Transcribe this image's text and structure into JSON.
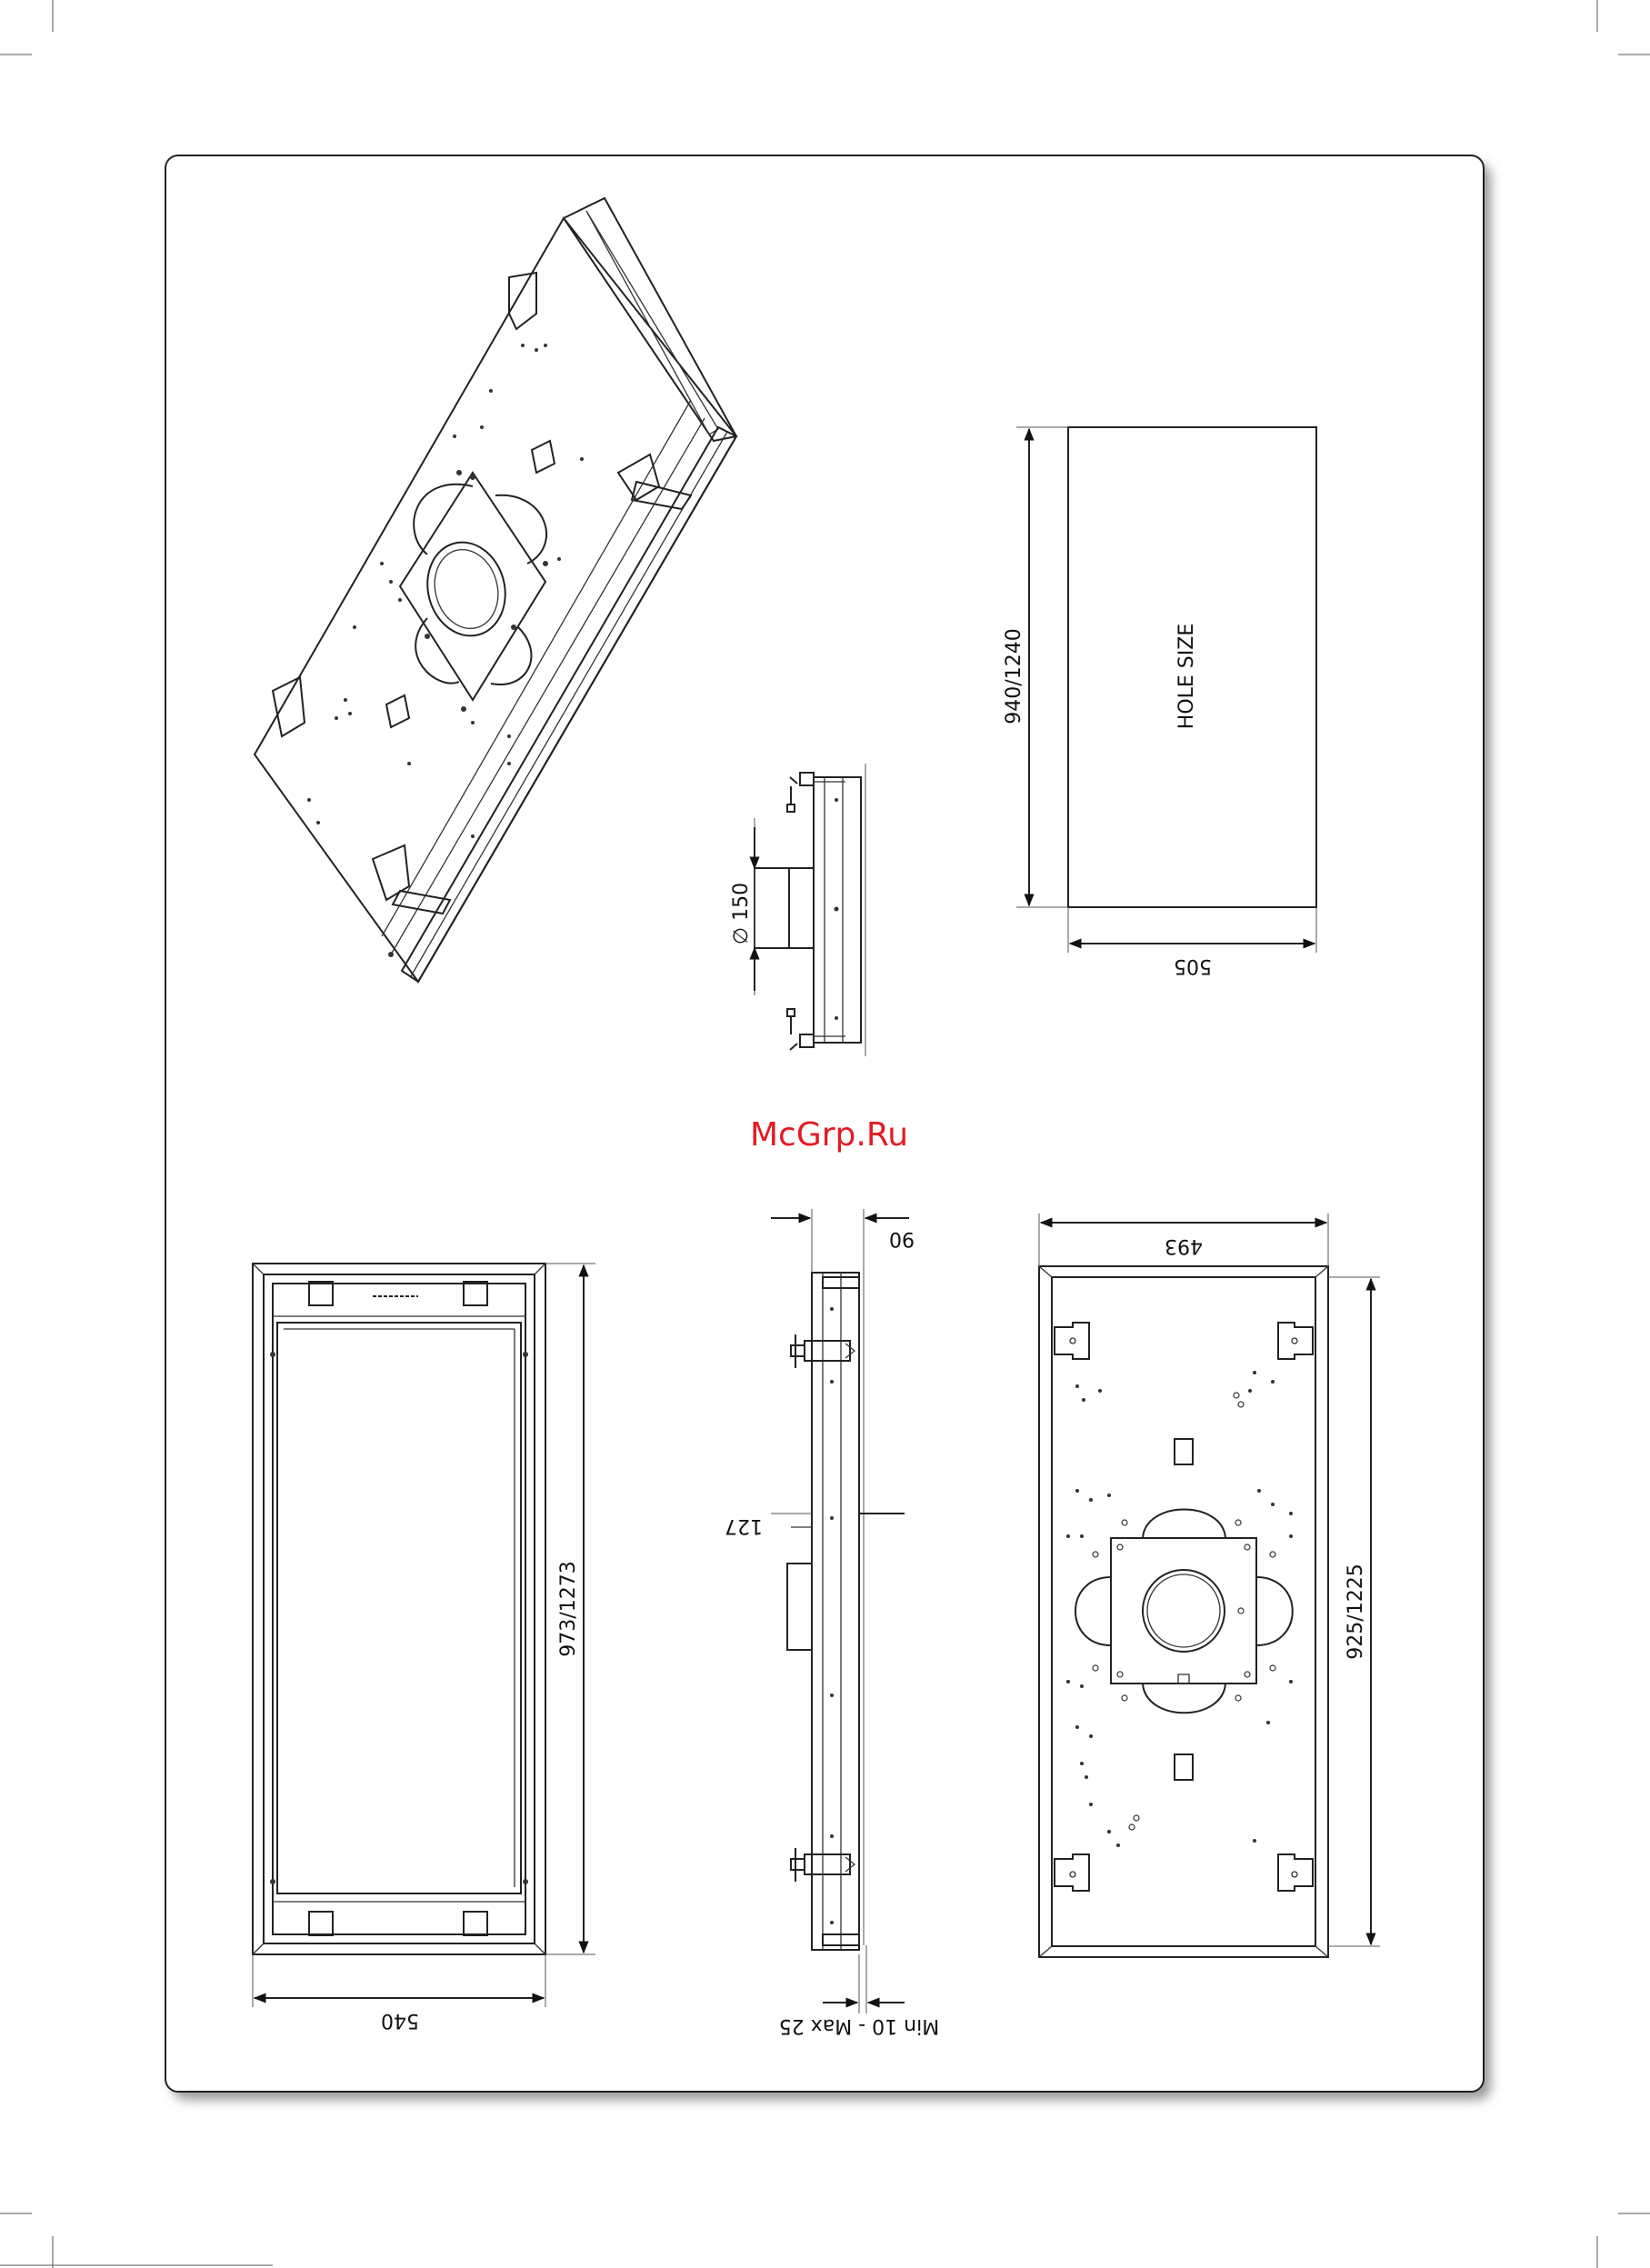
{
  "watermark": "McGrp.Ru",
  "hole": {
    "label": "HOLE SIZE",
    "height": "940/1240",
    "width": "505"
  },
  "side_top": {
    "duct": "∅ 150"
  },
  "front": {
    "height": "973/1273",
    "width": "540"
  },
  "side_bottom": {
    "depth": "90",
    "offset": "127",
    "clearance": "Min 10 - Max 25"
  },
  "rear": {
    "width": "493",
    "height": "925/1225"
  }
}
